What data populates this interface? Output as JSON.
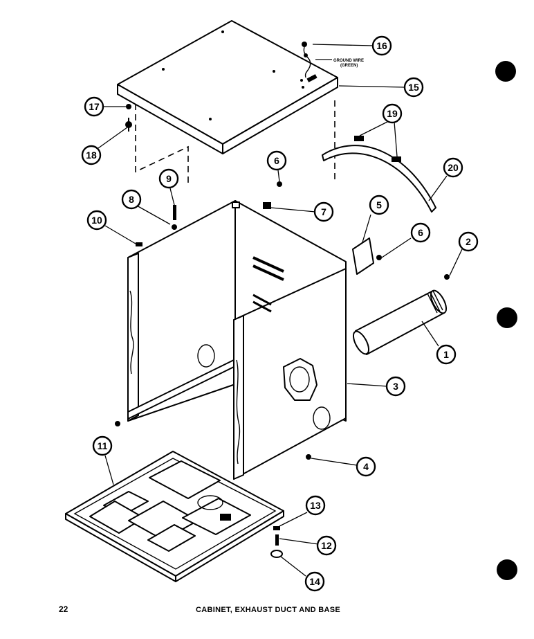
{
  "diagram": {
    "caption": "CABINET, EXHAUST DUCT AND BASE",
    "page_number": "22",
    "ground_wire_note_line1": "GROUND WIRE",
    "ground_wire_note_line2": "(GREEN)",
    "callouts": {
      "c1": "1",
      "c2": "2",
      "c3": "3",
      "c4": "4",
      "c5": "5",
      "c6a": "6",
      "c6b": "6",
      "c7": "7",
      "c8": "8",
      "c9": "9",
      "c10": "10",
      "c11": "11",
      "c12": "12",
      "c13": "13",
      "c14": "14",
      "c15": "15",
      "c16": "16",
      "c17": "17",
      "c18": "18",
      "c19": "19",
      "c20": "20"
    }
  }
}
